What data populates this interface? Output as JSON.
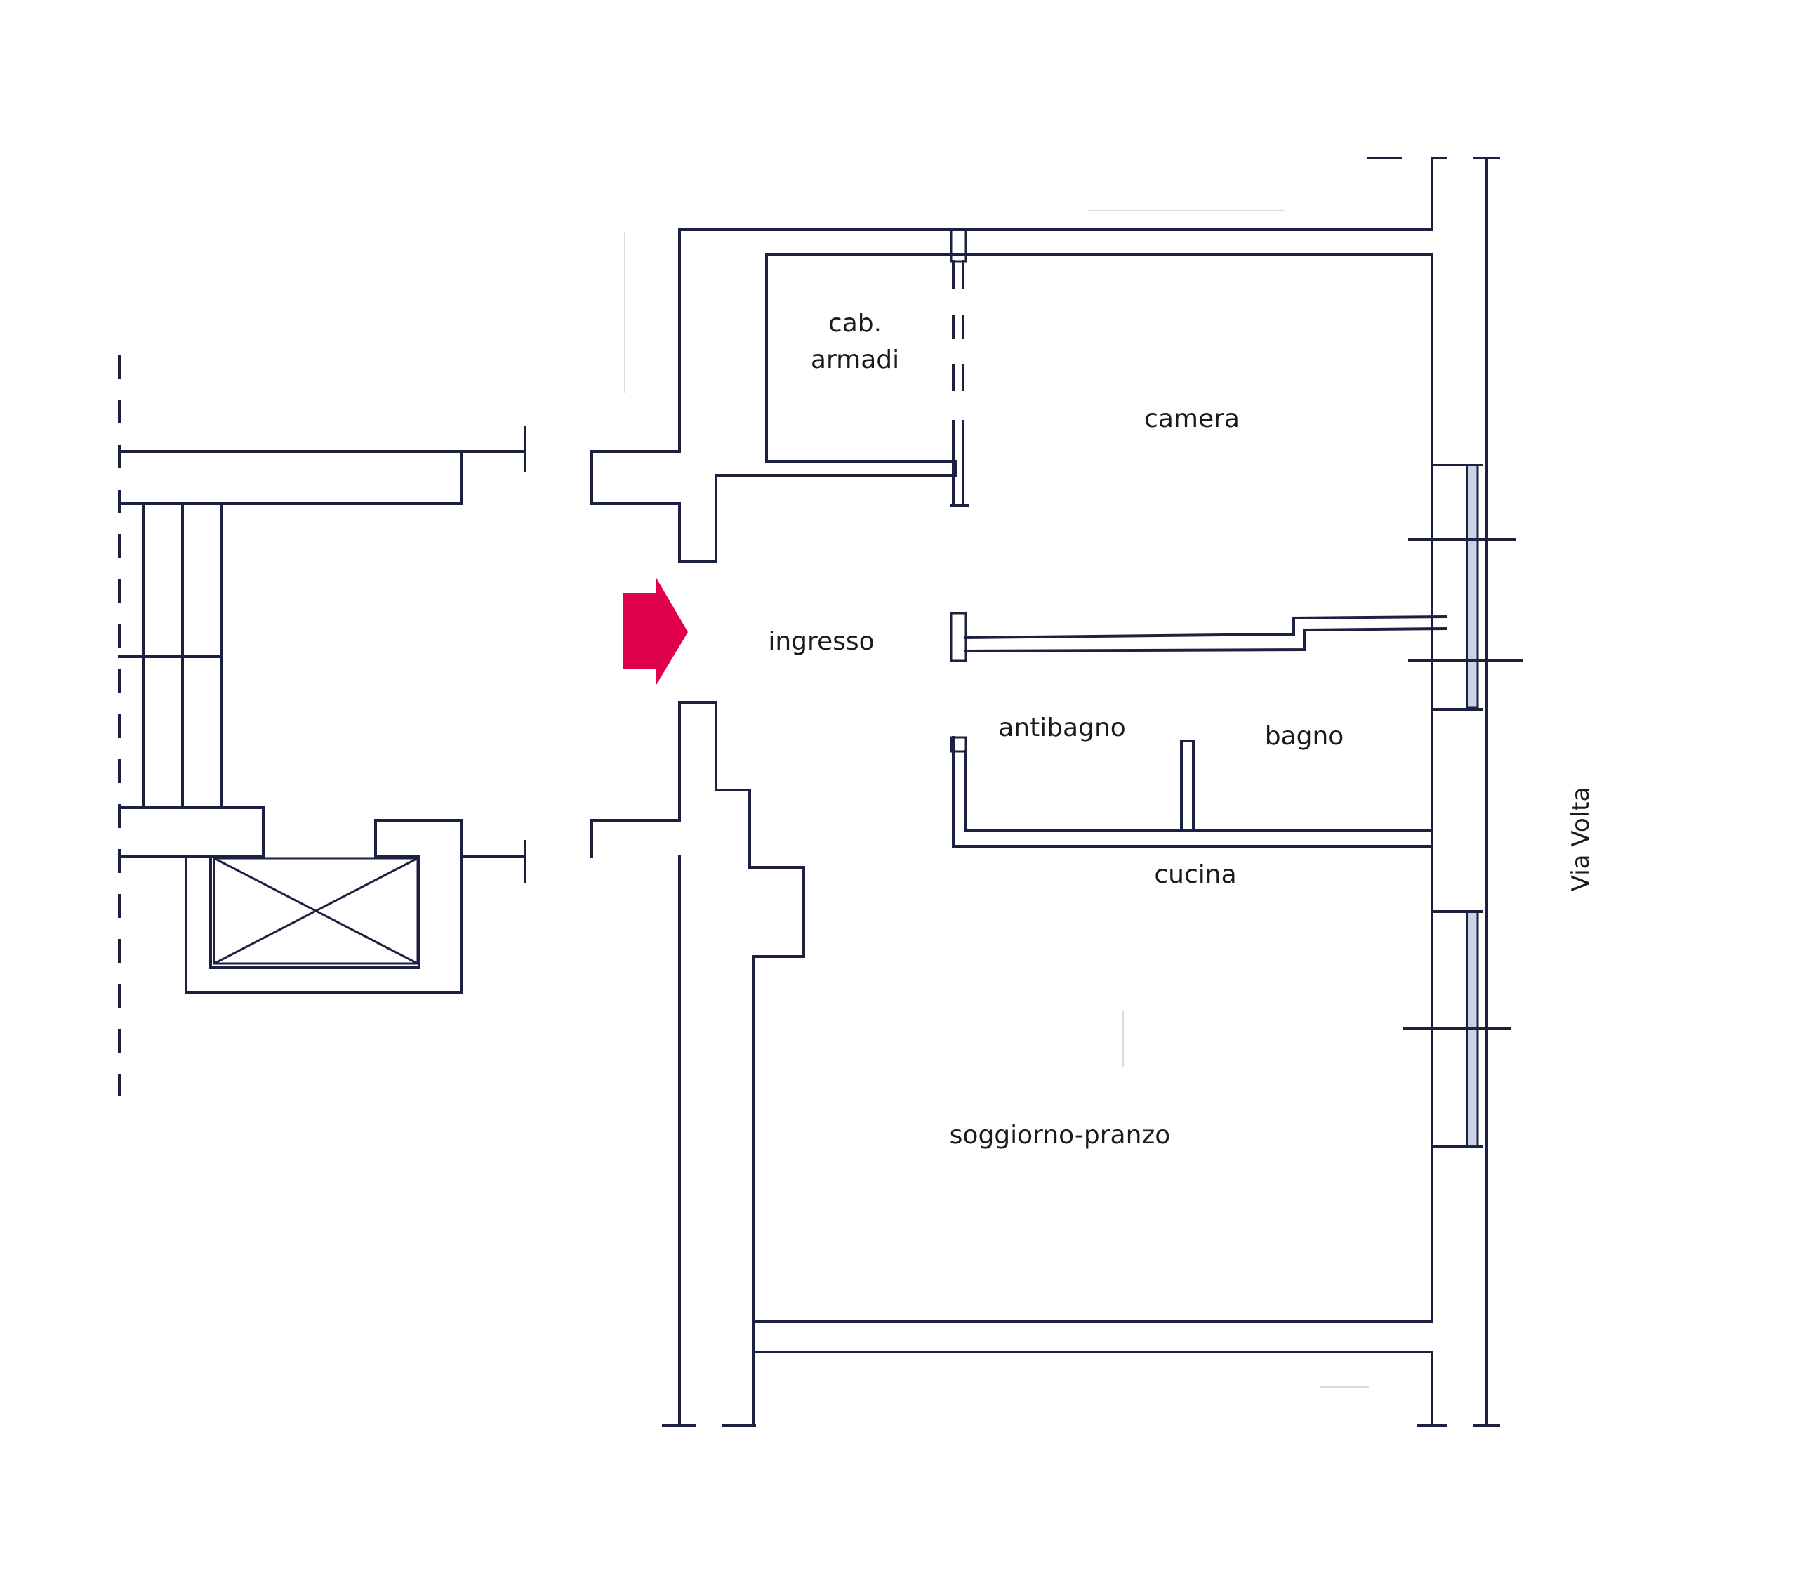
{
  "plan": {
    "rooms": {
      "walk_in_closet_line1": "cab.",
      "walk_in_closet_line2": "armadi",
      "bedroom": "camera",
      "entrance": "ingresso",
      "ante_bathroom": "antibagno",
      "bathroom": "bagno",
      "kitchen": "cucina",
      "living_dining": "soggiorno-pranzo"
    },
    "street": "Via Volta",
    "entry_arrow_color": "#e0004d",
    "wall_color": "#1c2140"
  }
}
